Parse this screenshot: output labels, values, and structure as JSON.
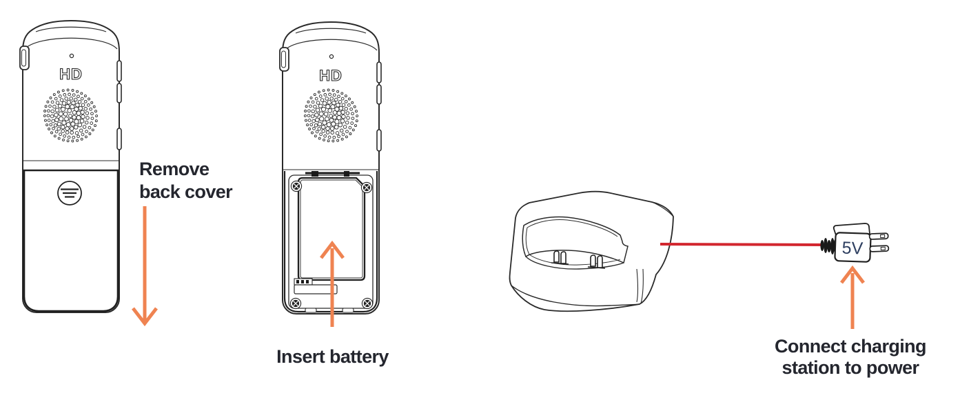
{
  "page": {
    "background": "#ffffff",
    "description_visible_content": "Phone handset setup illustration"
  },
  "palette": {
    "line_color": "#2a2a2a",
    "arrow_color": "#EF8351",
    "cable_color": "#D2262E",
    "label_color": "#24262e",
    "voltage_color": "#2E3F60"
  },
  "handset": {
    "brand_label": "HD"
  },
  "steps": {
    "remove_cover": {
      "line1": "Remove",
      "line2": "back cover"
    },
    "insert_battery": {
      "label": "Insert battery"
    },
    "connect_power": {
      "line1": "Connect charging",
      "line2": "station to power"
    }
  },
  "power_adapter": {
    "voltage_label": "5V"
  },
  "icons": {
    "remove_cover_arrow": "arrow-down",
    "insert_battery_arrow": "arrow-up",
    "connect_power_arrow": "arrow-up"
  }
}
